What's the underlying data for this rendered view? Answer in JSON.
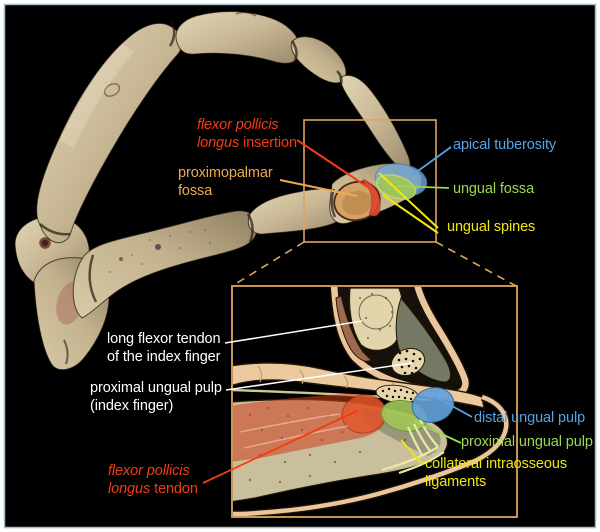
{
  "figure": {
    "description": "Annotated anatomical figure: thumb and index finger skeleton photograph with magnified sagittal-section inset of the finger tips",
    "colors": {
      "background": "#000000",
      "frame": "#ffffff",
      "frame_inner_border": "#9fbecb",
      "highlight_box": "#dfa45c",
      "label_red": "#f23c11",
      "label_orange": "#efa852",
      "label_blue": "#55a4e8",
      "label_green": "#9bd84f",
      "label_yellow": "#f0e80c",
      "label_white": "#ffffff",
      "bone": "#c7b795",
      "inset_skin": "#e9c69c",
      "tendon_red": "#d94f2b",
      "pulp_blue": "#64a0d8",
      "pulp_green": "#9ec45e",
      "ligament_yellow": "#e9e9a8"
    }
  },
  "labels": {
    "fpl_insertion": {
      "line1_italic": "flexor pollicis",
      "line2_italic": "longus",
      "line2_rest": " insertion"
    },
    "proximopalmar_fossa": {
      "line1": "proximopalmar",
      "line2": "fossa"
    },
    "apical_tuberosity": {
      "text": "apical tuberosity"
    },
    "ungual_fossa": {
      "text": "ungual fossa"
    },
    "ungual_spines": {
      "text": "ungual spines"
    },
    "long_flexor_tendon": {
      "line1": "long flexor tendon",
      "line2": "of the index finger"
    },
    "proximal_ungual_pulp_index": {
      "line1": "proximal ungual pulp",
      "line2": "(index finger)"
    },
    "fpl_tendon": {
      "line1_italic": "flexor pollicis",
      "line2_italic": "longus",
      "line2_rest": " tendon"
    },
    "distal_ungual_pulp": {
      "text": "distal ungual pulp"
    },
    "proximal_ungual_pulp": {
      "text": "proximal ungual pulp"
    },
    "collateral_ligaments": {
      "line1": "collateral intraosseous",
      "line2": "ligaments"
    }
  }
}
